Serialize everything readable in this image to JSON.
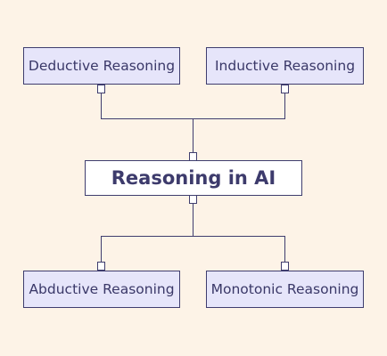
{
  "diagram": {
    "root": {
      "label": "Reasoning in AI"
    },
    "upper_branches": [
      {
        "label": "Deductive Reasoning"
      },
      {
        "label": "Inductive Reasoning"
      }
    ],
    "lower_branches": [
      {
        "label": "Abductive Reasoning"
      },
      {
        "label": "Monotonic Reasoning"
      }
    ],
    "colors": {
      "background": "#fdf3e7",
      "node_fill": "#e6e5fa",
      "root_fill": "#ffffff",
      "stroke": "#3f3d6e",
      "text": "#3a3868"
    }
  }
}
